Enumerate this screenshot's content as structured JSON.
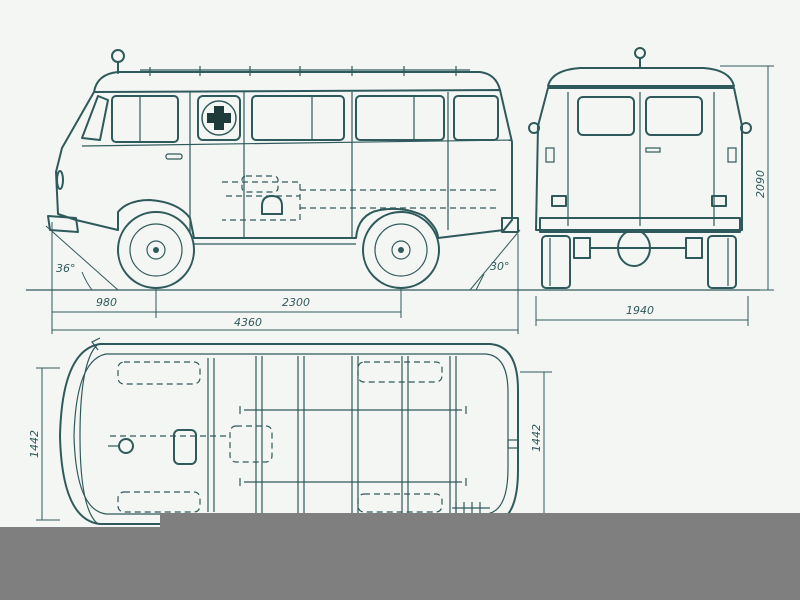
{
  "dimensions": {
    "front_overhang": "980",
    "wheelbase": "2300",
    "overall_length": "4360",
    "overall_width": "1940",
    "overall_height": "2090",
    "track_left": "1442",
    "track_right": "1442"
  },
  "angles": {
    "approach": "36°",
    "departure": "30°"
  },
  "colors": {
    "ink": "#2f5a5c",
    "paper": "#f4f6f3",
    "footer": "#7f7f7f",
    "cross": "#1f3a3b"
  },
  "icons": [
    "medical-cross-icon",
    "beacon-icon"
  ]
}
